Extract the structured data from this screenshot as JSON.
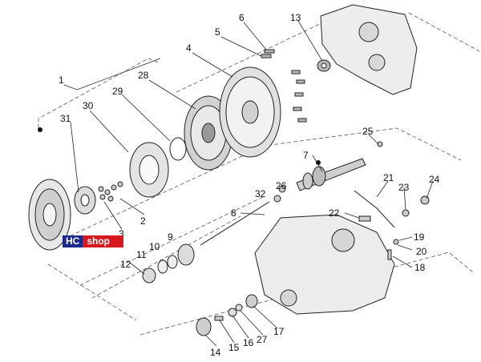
{
  "diagram": {
    "callouts": {
      "n1": "1",
      "n2": "2",
      "n3": "3",
      "n4": "4",
      "n5": "5",
      "n6": "6",
      "n7": "7",
      "n8": "8",
      "n9": "9",
      "n10": "10",
      "n11": "11",
      "n12": "12",
      "n13": "13",
      "n14": "14",
      "n15": "15",
      "n16": "16",
      "n17": "17",
      "n18": "18",
      "n19": "19",
      "n20": "20",
      "n21": "21",
      "n22": "22",
      "n23": "23",
      "n24": "24",
      "n25": "25",
      "n26": "26",
      "n27": "27",
      "n28": "28",
      "n29": "29",
      "n30": "30",
      "n31": "31",
      "n32": "32"
    },
    "watermark": {
      "hc": "HC",
      "shop": "shop",
      "hc_color": "#1b2a8c",
      "shop_color": "#d7191f"
    }
  }
}
